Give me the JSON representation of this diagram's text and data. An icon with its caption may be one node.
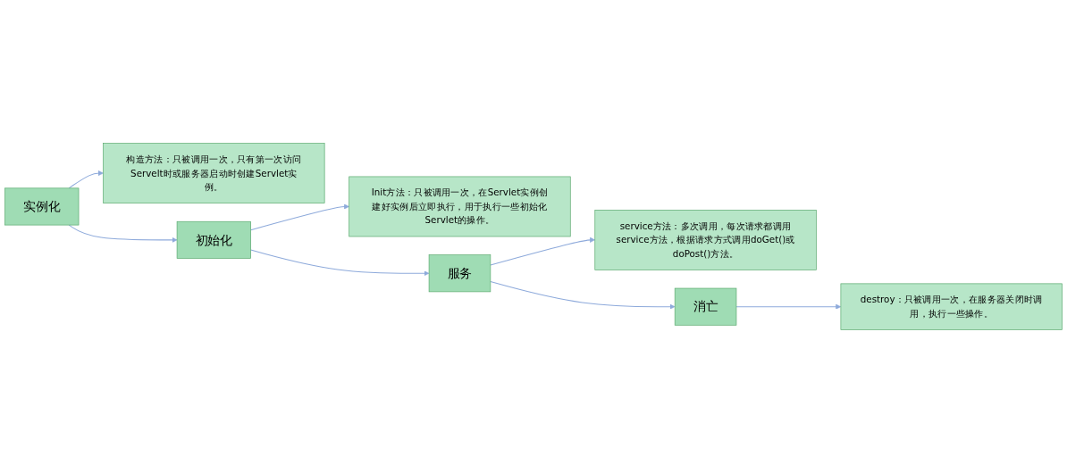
{
  "diagram": {
    "nodes": [
      {
        "text": [
          "实例化"
        ]
      },
      {
        "text": [
          "构造方法：只被调用一次，只有第一次访问Servelt时或服务器启动时创建Servlet实例。"
        ]
      },
      {
        "text": [
          "初始化"
        ]
      },
      {
        "text": [
          "Init方法：只被调用一次，在Servlet实例创建好实例后立即执行，用于执行一些初始化Servlet的操作。"
        ]
      },
      {
        "text": [
          "服务"
        ]
      },
      {
        "text": [
          "service方法：多次调用，每次请求都调用service方法，根据请求方式调用doGet()或doPost()方法。"
        ]
      },
      {
        "text": [
          "消亡"
        ]
      },
      {
        "text": [
          "destroy：只被调用一次，在服务器关闭时调用，执行一些操作。"
        ]
      }
    ],
    "edges": [
      {
        "from": 0,
        "to": 1,
        "arrow": "to"
      },
      {
        "from": 0,
        "to": 2,
        "arrow": "to"
      },
      {
        "from": 2,
        "to": 3,
        "arrow": "to"
      },
      {
        "from": 2,
        "to": 4,
        "arrow": "to"
      },
      {
        "from": 4,
        "to": 5,
        "arrow": "to"
      },
      {
        "from": 4,
        "to": 6,
        "arrow": "to"
      },
      {
        "from": 6,
        "to": 7,
        "arrow": "to"
      }
    ]
  }
}
